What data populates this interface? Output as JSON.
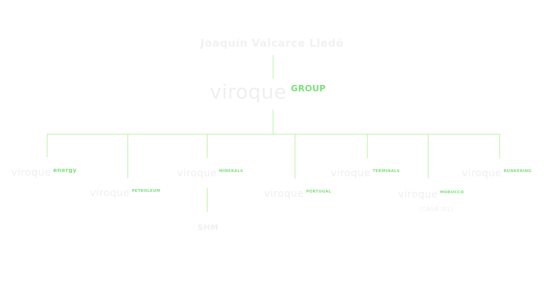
{
  "chart": {
    "person": "Joaquín Valcarce Lledó",
    "root": {
      "word": "viroque",
      "suffix": "GROUP"
    },
    "companies": [
      {
        "word": "viroque",
        "suffix": "energy"
      },
      {
        "word": "viroque",
        "suffix": "PETROLEUM"
      },
      {
        "word": "viroque",
        "suffix": "MINERALS",
        "child": "SHM"
      },
      {
        "word": "viroque",
        "suffix": "PORTUGAL"
      },
      {
        "word": "viroque",
        "suffix": "TERMINALS"
      },
      {
        "word": "viroque",
        "suffix": "MOROCCO",
        "note": "(CASA OIL)"
      },
      {
        "word": "viroque",
        "suffix": "BUNKERING"
      }
    ]
  },
  "colors": {
    "line": "#b8f5a8",
    "accent": "#7ce07a",
    "logo_text": "#efefef",
    "background": "#ffffff"
  }
}
